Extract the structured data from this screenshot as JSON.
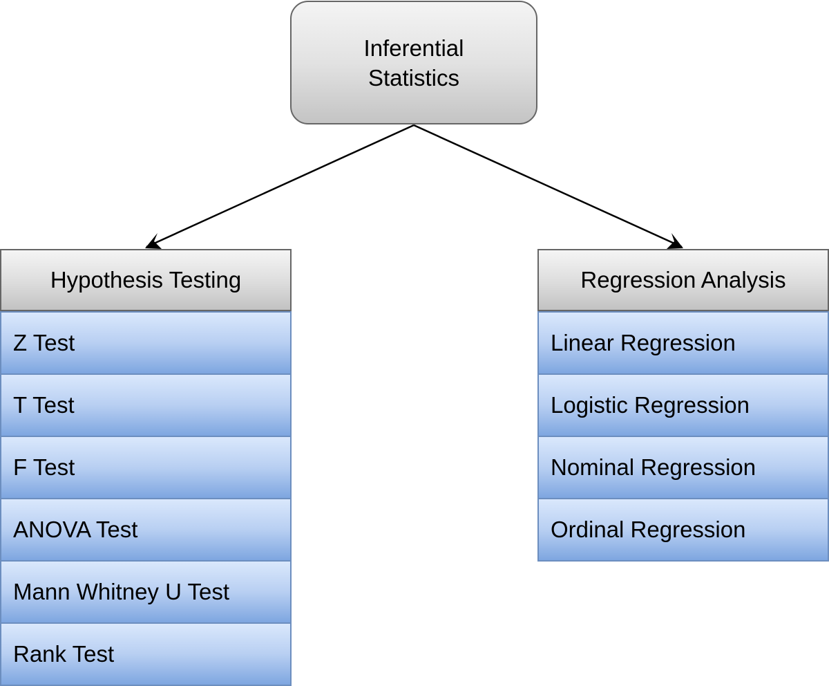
{
  "root": {
    "label": "Inferential\nStatistics"
  },
  "branches": [
    {
      "header": "Hypothesis Testing",
      "items": [
        "Z Test",
        "T Test",
        "F Test",
        "ANOVA Test",
        "Mann Whitney U Test",
        "Rank Test"
      ]
    },
    {
      "header": "Regression Analysis",
      "items": [
        "Linear Regression",
        "Logistic Regression",
        "Nominal Regression",
        "Ordinal Regression"
      ]
    }
  ],
  "colors": {
    "node_border": "#666666",
    "list_border": "#6c8ebf",
    "item_fill_top": "#dae8fc",
    "item_fill_bottom": "#7ea6e0",
    "edge": "#000000"
  }
}
